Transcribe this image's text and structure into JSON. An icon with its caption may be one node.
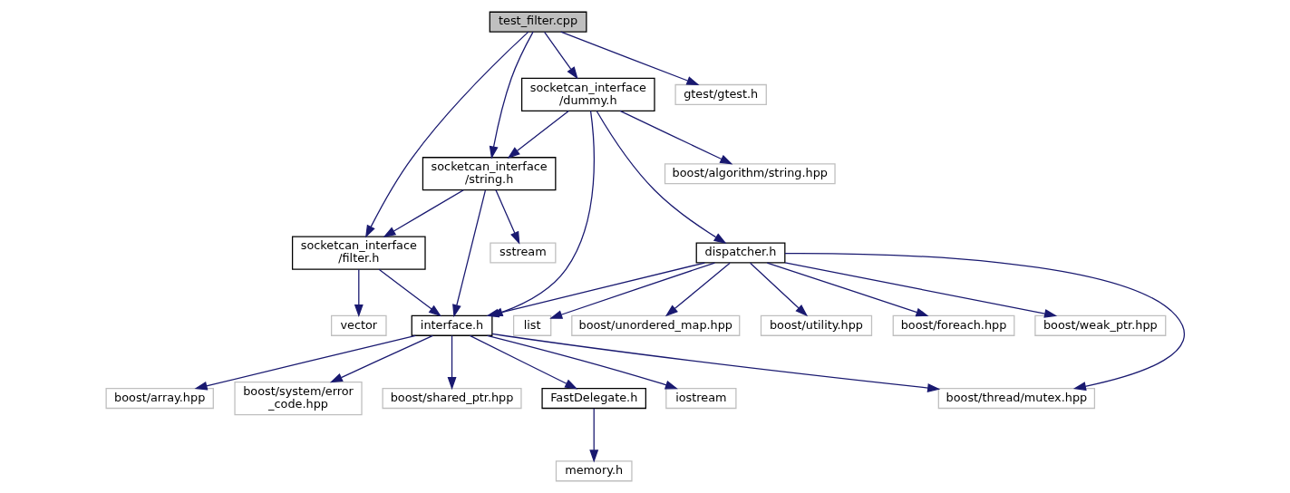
{
  "diagram": {
    "nodes": [
      {
        "text": [
          "test_filter.cpp"
        ]
      },
      {
        "text": [
          "socketcan_interface /dummy.h"
        ]
      },
      {
        "text": [
          "gtest/gtest.h"
        ]
      },
      {
        "text": [
          "socketcan_interface /string.h"
        ]
      },
      {
        "text": [
          "boost/algorithm/string.hpp"
        ]
      },
      {
        "text": [
          "socketcan_interface /filter.h"
        ]
      },
      {
        "text": [
          "sstream"
        ]
      },
      {
        "text": [
          "dispatcher.h"
        ]
      },
      {
        "text": [
          "vector"
        ]
      },
      {
        "text": [
          "interface.h"
        ]
      },
      {
        "text": [
          "list"
        ]
      },
      {
        "text": [
          "boost/unordered_map.hpp"
        ]
      },
      {
        "text": [
          "boost/utility.hpp"
        ]
      },
      {
        "text": [
          "boost/foreach.hpp"
        ]
      },
      {
        "text": [
          "boost/weak_ptr.hpp"
        ]
      },
      {
        "text": [
          "boost/array.hpp"
        ]
      },
      {
        "text": [
          "boost/system/error _code.hpp"
        ]
      },
      {
        "text": [
          "boost/shared_ptr.hpp"
        ]
      },
      {
        "text": [
          "FastDelegate.h"
        ]
      },
      {
        "text": [
          "iostream"
        ]
      },
      {
        "text": [
          "boost/thread/mutex.hpp"
        ]
      },
      {
        "text": [
          "memory.h"
        ]
      }
    ],
    "edges": [
      {
        "from": 0,
        "to": 5,
        "arrow": "to"
      },
      {
        "from": 0,
        "to": 3,
        "arrow": "to"
      },
      {
        "from": 0,
        "to": 1,
        "arrow": "to"
      },
      {
        "from": 0,
        "to": 2,
        "arrow": "to"
      },
      {
        "from": 1,
        "to": 3,
        "arrow": "to"
      },
      {
        "from": 1,
        "to": 9,
        "arrow": "to"
      },
      {
        "from": 1,
        "to": 7,
        "arrow": "to"
      },
      {
        "from": 1,
        "to": 4,
        "arrow": "to"
      },
      {
        "from": 3,
        "to": 5,
        "arrow": "to"
      },
      {
        "from": 3,
        "to": 9,
        "arrow": "to"
      },
      {
        "from": 3,
        "to": 6,
        "arrow": "to"
      },
      {
        "from": 5,
        "to": 8,
        "arrow": "to"
      },
      {
        "from": 5,
        "to": 9,
        "arrow": "to"
      },
      {
        "from": 7,
        "to": 9,
        "arrow": "to"
      },
      {
        "from": 7,
        "to": 10,
        "arrow": "to"
      },
      {
        "from": 7,
        "to": 11,
        "arrow": "to"
      },
      {
        "from": 7,
        "to": 12,
        "arrow": "to"
      },
      {
        "from": 7,
        "to": 13,
        "arrow": "to"
      },
      {
        "from": 7,
        "to": 14,
        "arrow": "to"
      },
      {
        "from": 7,
        "to": 20,
        "arrow": "to"
      },
      {
        "from": 9,
        "to": 15,
        "arrow": "to"
      },
      {
        "from": 9,
        "to": 16,
        "arrow": "to"
      },
      {
        "from": 9,
        "to": 17,
        "arrow": "to"
      },
      {
        "from": 9,
        "to": 18,
        "arrow": "to"
      },
      {
        "from": 9,
        "to": 19,
        "arrow": "to"
      },
      {
        "from": 9,
        "to": 20,
        "arrow": "to"
      },
      {
        "from": 18,
        "to": 21,
        "arrow": "to"
      }
    ]
  }
}
